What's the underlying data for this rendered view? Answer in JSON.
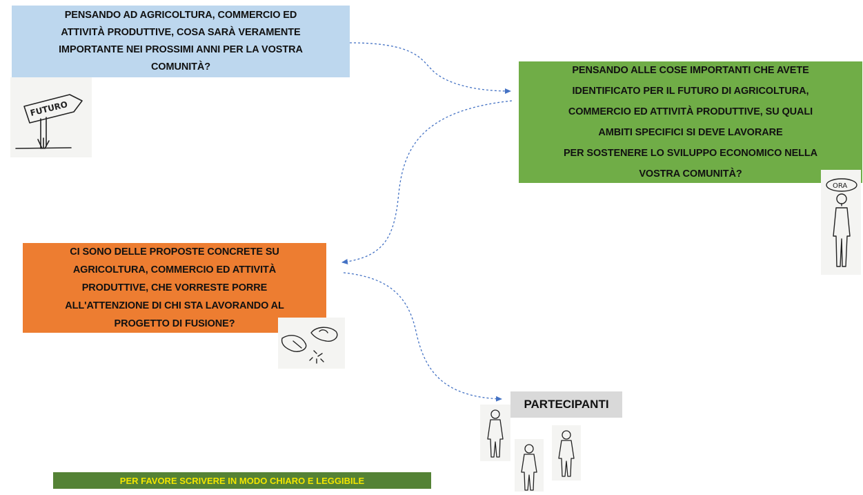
{
  "colors": {
    "q1_bg": "#bdd7ee",
    "q2_bg": "#70ad47",
    "q3_bg": "#ed7d31",
    "participants_bg": "#d9d9d9",
    "footer_bg": "#548235",
    "footer_text": "#f2e600",
    "connector": "#4472c4"
  },
  "questions": [
    {
      "text": "PENSANDO AD AGRICOLTURA, COMMERCIO ED\nATTIVITÀ PRODUTTIVE, COSA SARÀ VERAMENTE\nIMPORTANTE NEI PROSSIMI ANNI PER LA VOSTRA\nCOMUNITÀ?"
    },
    {
      "text": "PENSANDO ALLE COSE IMPORTANTI CHE AVETE\nIDENTIFICATO PER IL FUTURO DI AGRICOLTURA,\nCOMMERCIO ED ATTIVITÀ PRODUTTIVE, SU QUALI\nAMBITI SPECIFICI SI DEVE LAVORARE\nPER SOSTENERE LO SVILUPPO ECONOMICO NELLA\nVOSTRA COMUNITÀ?"
    },
    {
      "text": "CI SONO DELLE PROPOSTE CONCRETE SU\nAGRICOLTURA, COMMERCIO ED ATTIVITÀ\nPRODUTTIVE, CHE VORRESTE PORRE\nALL'ATTENZIONE DI CHI STA LAVORANDO AL\nPROGETTO DI FUSIONE?"
    }
  ],
  "sketches": {
    "futuro_sign": "FUTURO",
    "ora_label": "ORA"
  },
  "participants_label": "PARTECIPANTI",
  "footer_note": "PER FAVORE SCRIVERE IN MODO CHIARO E LEGGIBILE"
}
